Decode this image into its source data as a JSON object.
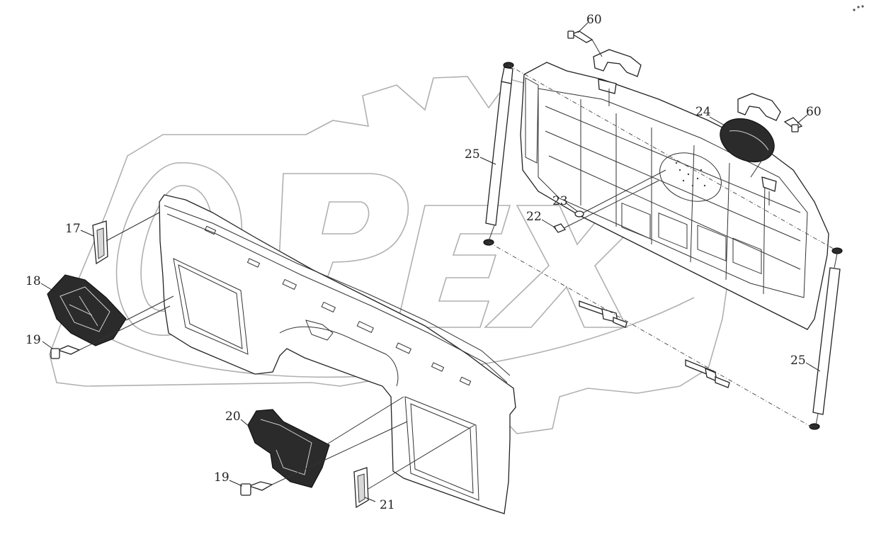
{
  "callouts": {
    "c17": "17",
    "c18": "18",
    "c19a": "19",
    "c19b": "19",
    "c20": "20",
    "c21": "21",
    "c22": "22",
    "c23": "23",
    "c24": "24",
    "c25a": "25",
    "c25b": "25",
    "c60a": "60",
    "c60b": "60"
  },
  "watermark": {
    "text": "OPEX"
  }
}
